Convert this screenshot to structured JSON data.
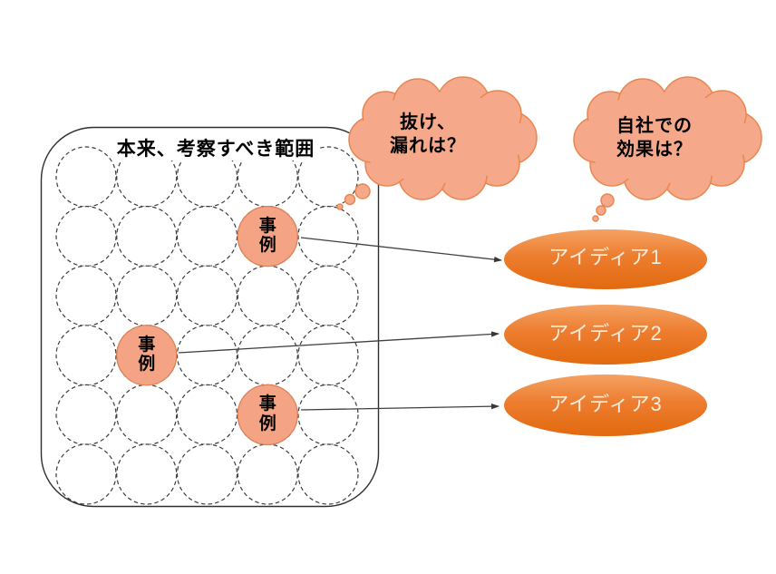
{
  "diagram": {
    "scope_box": {
      "title": "本来、考察すべき範囲"
    },
    "grid": {
      "rows": 6,
      "cols": 5,
      "case_label": "事\n例",
      "case_positions": [
        {
          "col": 4,
          "row": 2
        },
        {
          "col": 2,
          "row": 4
        },
        {
          "col": 4,
          "row": 5
        }
      ]
    },
    "thought_bubbles": [
      {
        "text": "抜け、\n漏れは？"
      },
      {
        "text": "自社での\n効果は？"
      }
    ],
    "ideas": [
      {
        "label": "アイディア1"
      },
      {
        "label": "アイディア2"
      },
      {
        "label": "アイディア3"
      }
    ],
    "colors": {
      "bubble_fill": "#F6A98A",
      "bubble_stroke": "#E8864F",
      "case_fill": "#F4A384",
      "case_stroke": "#DD8054",
      "idea_gradient_top": "#F4A263",
      "idea_gradient_mid": "#ED7D2F",
      "idea_gradient_bottom": "#E2690E",
      "idea_text": "#FAEEDE",
      "outline": "#2F2F2F",
      "arrow": "#404040"
    }
  }
}
